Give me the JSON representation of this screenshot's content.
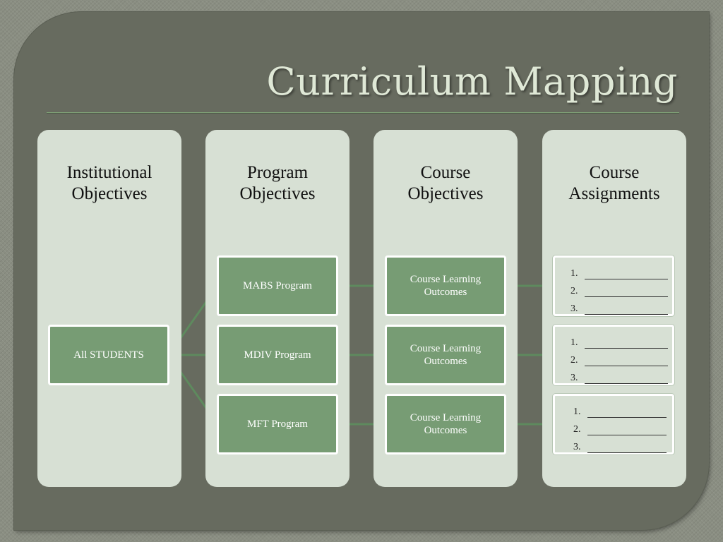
{
  "title": "Curriculum Mapping",
  "columns": [
    {
      "line1": "Institutional",
      "line2": "Objectives"
    },
    {
      "line1": "Program",
      "line2": "Objectives"
    },
    {
      "line1": "Course",
      "line2": "Objectives"
    },
    {
      "line1": "Course",
      "line2": "Assignments"
    }
  ],
  "root": "All STUDENTS",
  "programs": [
    "MABS Program",
    "MDIV Program",
    "MFT Program"
  ],
  "course_outcomes": [
    {
      "line1": "Course Learning",
      "line2": "Outcomes"
    },
    {
      "line1": "Course Learning",
      "line2": "Outcomes"
    },
    {
      "line1": "Course Learning",
      "line2": "Outcomes"
    }
  ],
  "assignment_numbers": [
    "1.",
    "2.",
    "3."
  ],
  "colors": {
    "background": "#676b5f",
    "title": "#dfe8d6",
    "column": "#d7e0d4",
    "node": "#779c74",
    "connector": "#5e8a5e"
  }
}
